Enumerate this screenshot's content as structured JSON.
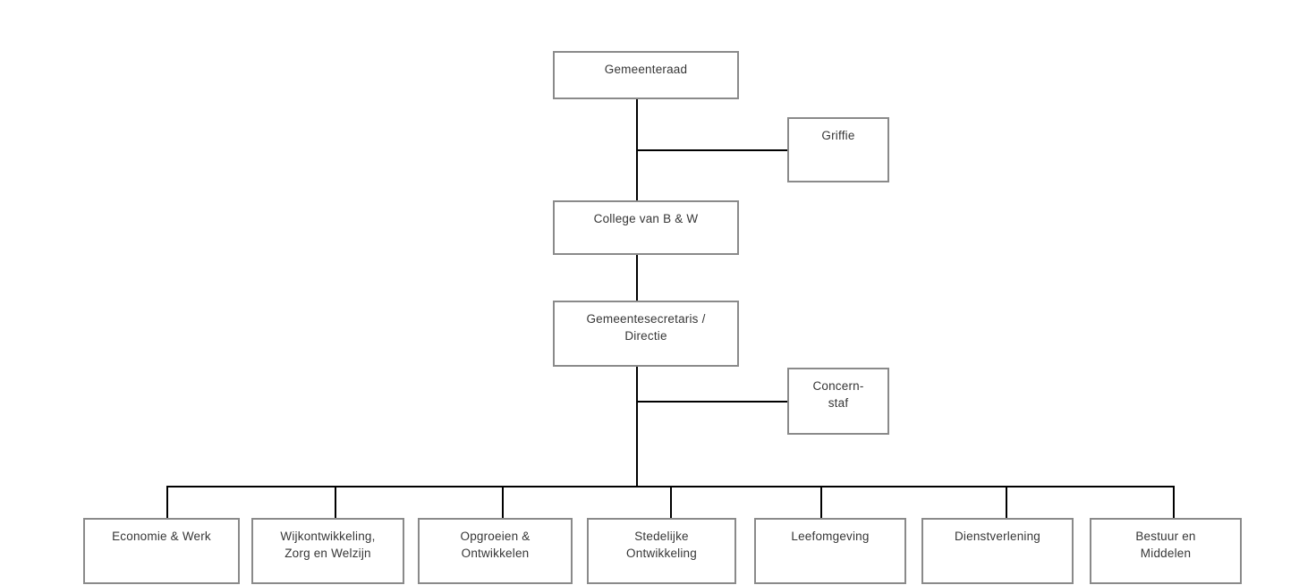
{
  "diagram": {
    "type": "org-chart",
    "nodes": {
      "gemeenteraad": {
        "label": "Gemeenteraad"
      },
      "griffie": {
        "label": "Griffie"
      },
      "college": {
        "label": "College van B & W"
      },
      "secretaris": {
        "label": "Gemeentesecretaris /\nDirectie"
      },
      "concernstaf": {
        "label": "Concern-\nstaf"
      },
      "economie": {
        "label": "Economie & Werk"
      },
      "wijk": {
        "label": "Wijkontwikkeling,\nZorg en Welzijn"
      },
      "opgroeien": {
        "label": "Opgroeien &\nOntwikkelen"
      },
      "stedelijk": {
        "label": "Stedelijke\nOntwikkeling"
      },
      "leefomgeving": {
        "label": "Leefomgeving"
      },
      "dienstverlening": {
        "label": "Dienstverlening"
      },
      "bestuur": {
        "label": "Bestuur en\nMiddelen"
      }
    },
    "edges": [
      "Gemeenteraad - Griffie",
      "Gemeenteraad - College van B & W",
      "College van B & W - Gemeentesecretaris / Directie",
      "Gemeentesecretaris / Directie - Concern-staf",
      "Gemeentesecretaris / Directie - Economie & Werk",
      "Gemeentesecretaris / Directie - Wijkontwikkeling, Zorg en Welzijn",
      "Gemeentesecretaris / Directie - Opgroeien & Ontwikkelen",
      "Gemeentesecretaris / Directie - Stedelijke Ontwikkeling",
      "Gemeentesecretaris / Directie - Leefomgeving",
      "Gemeentesecretaris / Directie - Dienstverlening",
      "Gemeentesecretaris / Directie - Bestuur en Middelen"
    ],
    "style": {
      "background": "#ffffff",
      "box_border_color": "#8a8a8a",
      "connector_color": "#000000",
      "text_color": "#363636"
    }
  }
}
